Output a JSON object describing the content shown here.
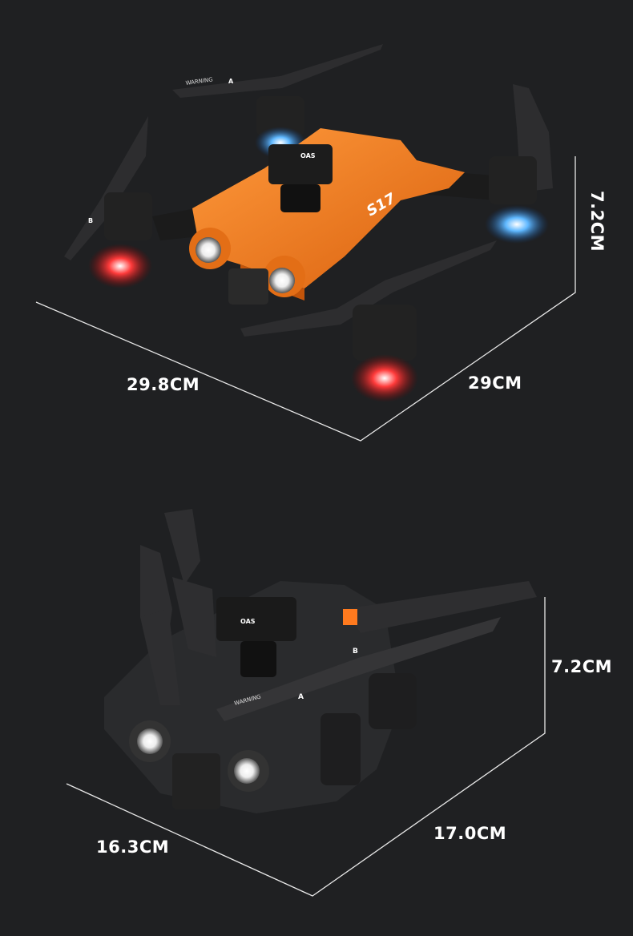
{
  "top_view": {
    "width_label": "29.8CM",
    "depth_label": "29CM",
    "height_label": "7.2CM",
    "model_mark": "S17",
    "camera_mark": "OAS",
    "propeller_warning": "WARNING",
    "propeller_marks": [
      "A",
      "B"
    ],
    "body_color": "#f07a1e"
  },
  "folded_view": {
    "width_label": "16.3CM",
    "depth_label": "17.0CM",
    "height_label": "7.2CM",
    "camera_mark": "OAS",
    "propeller_warning": "WARNING",
    "propeller_marks": [
      "A",
      "B"
    ],
    "body_color": "#2a2b2d"
  }
}
